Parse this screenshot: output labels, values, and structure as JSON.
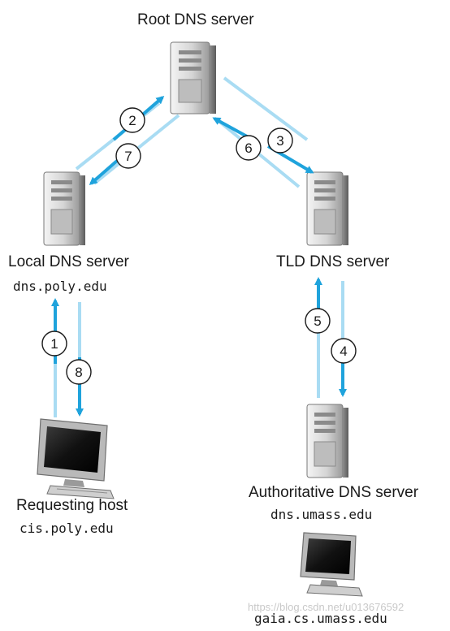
{
  "nodes": {
    "root": {
      "name": "Root DNS server"
    },
    "local": {
      "name": "Local DNS server",
      "host": "dns.poly.edu"
    },
    "tld": {
      "name": "TLD DNS server"
    },
    "requesting": {
      "name": "Requesting host",
      "host": "cis.poly.edu"
    },
    "authoritative": {
      "name": "Authoritative DNS server",
      "host": "dns.umass.edu"
    },
    "target": {
      "host": "gaia.cs.umass.edu"
    }
  },
  "steps": [
    "1",
    "2",
    "3",
    "4",
    "5",
    "6",
    "7",
    "8"
  ],
  "colors": {
    "arrow_dark": "#1fa3dc",
    "arrow_light": "#a9dcf3",
    "server_body": "#d9d9d9",
    "text": "#1a1a1a"
  },
  "watermark": "https://blog.csdn.net/u013676592"
}
